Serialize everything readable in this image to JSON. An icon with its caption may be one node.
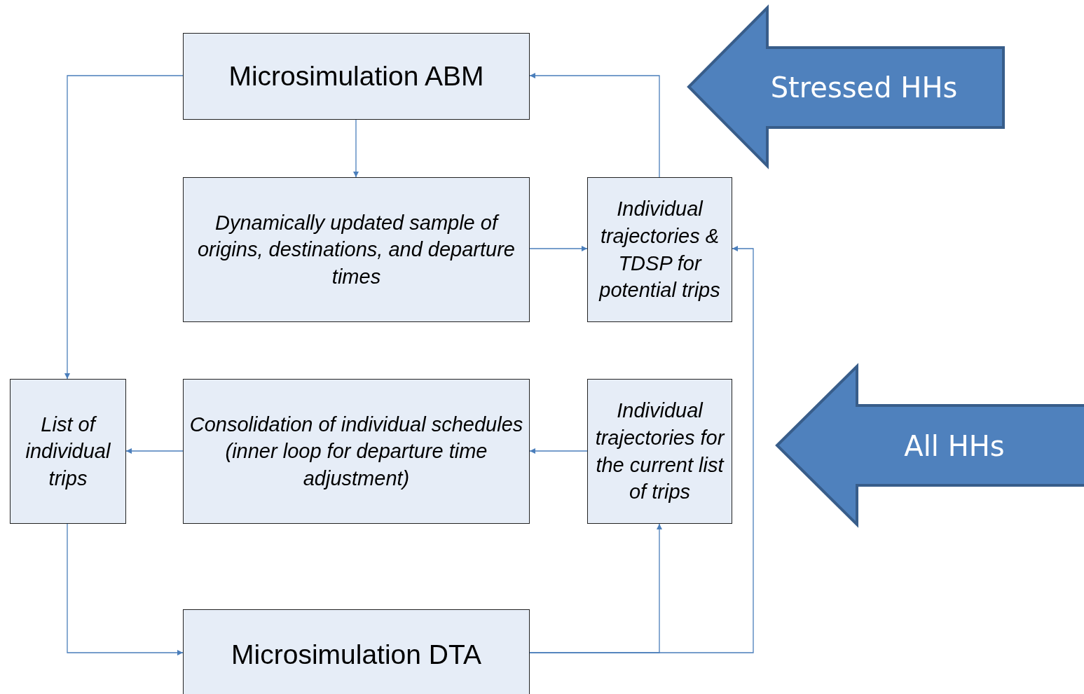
{
  "diagram": {
    "nodes": [
      {
        "text": [
          "Microsimulation ABM"
        ]
      },
      {
        "text": [
          "Dynamically updated sample of origins, destinations, and departure times"
        ]
      },
      {
        "text": [
          "Individual trajectories & TDSP for potential trips"
        ]
      },
      {
        "text": [
          "List of individual trips"
        ]
      },
      {
        "text": [
          "Consolidation of individual schedules (inner loop for departure time adjustment)"
        ]
      },
      {
        "text": [
          "Individual trajectories for the current list of trips"
        ]
      },
      {
        "text": [
          "Microsimulation DTA"
        ]
      },
      {
        "text": [
          "Stressed HHs"
        ]
      },
      {
        "text": [
          "All HHs"
        ]
      }
    ],
    "edges": [
      {
        "from": 0,
        "to": 3,
        "arrow": "to"
      },
      {
        "from": 0,
        "to": 1,
        "arrow": "to"
      },
      {
        "from": 1,
        "to": 2,
        "arrow": "to"
      },
      {
        "from": 2,
        "to": 0,
        "arrow": "to"
      },
      {
        "from": 5,
        "to": 4,
        "arrow": "to"
      },
      {
        "from": 4,
        "to": 3,
        "arrow": "to"
      },
      {
        "from": 3,
        "to": 6,
        "arrow": "to"
      },
      {
        "from": 6,
        "to": 5,
        "arrow": "to"
      },
      {
        "from": 6,
        "to": 2,
        "arrow": "to"
      }
    ]
  }
}
